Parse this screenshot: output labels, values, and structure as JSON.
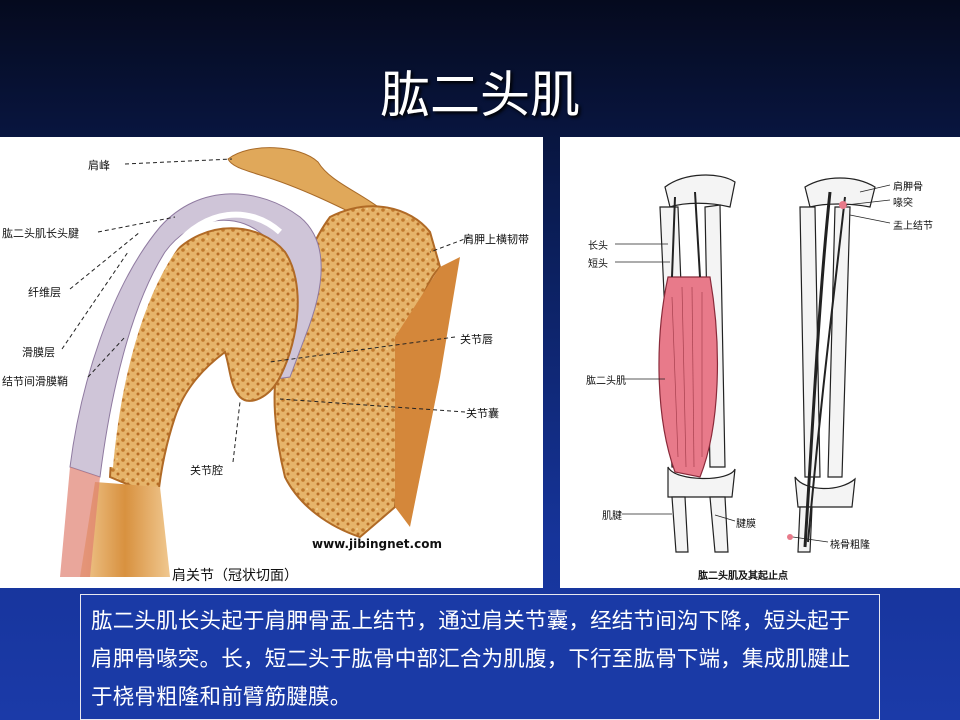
{
  "slide": {
    "title": "肱二头肌"
  },
  "left_figure": {
    "labels": {
      "acromion": "肩峰",
      "long_head_tendon": "肱二头肌长头腱",
      "fibrous_layer": "纤维层",
      "synovial_layer": "滑膜层",
      "intertubercular_sheath": "结节间滑膜鞘",
      "transverse_ligament": "肩胛上横韧带",
      "labrum": "关节唇",
      "capsule": "关节囊",
      "cavity": "关节腔"
    },
    "website": "www.jibingnet.com",
    "caption": "肩关节（冠状切面）"
  },
  "right_figure": {
    "labels": {
      "long_head": "长头",
      "short_head": "短头",
      "biceps": "肱二头肌",
      "tendon": "肌腱",
      "aponeurosis": "腱膜",
      "scapula": "肩胛骨",
      "coracoid": "喙突",
      "supraglenoid": "盂上结节",
      "radial_tuberosity": "桡骨粗隆"
    },
    "caption": "肱二头肌及其起止点"
  },
  "description": {
    "text": "肱二头肌长头起于肩胛骨盂上结节，通过肩关节囊，经结节间沟下降，短头起于肩胛骨喙突。长，短二头于肱骨中部汇合为肌腹，下行至肱骨下端，集成肌腱止于桡骨粗隆和前臂筋腱膜。"
  },
  "colors": {
    "bone": "#e0a85a",
    "bone_dark": "#b8732e",
    "muscle": "#e87a8a",
    "background_top": "#050a1e",
    "background_bottom": "#1b3aa8"
  }
}
